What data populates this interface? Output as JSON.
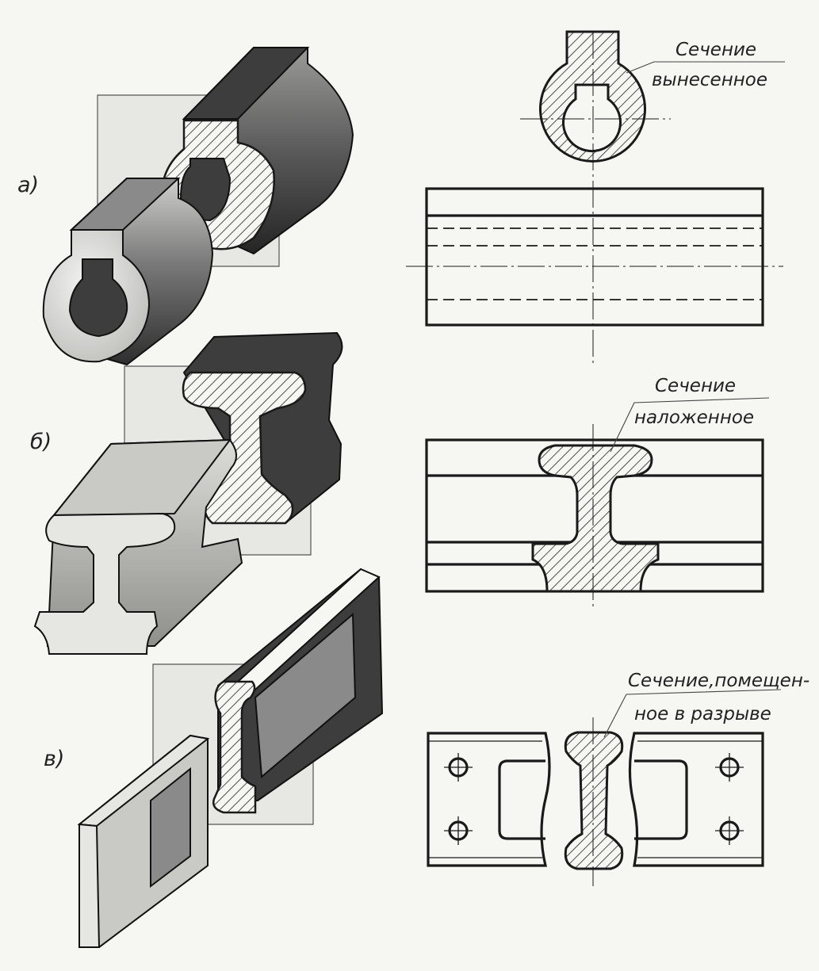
{
  "figure": {
    "part_labels": [
      "а)",
      "б)",
      "в)"
    ],
    "section_labels": {
      "removed": [
        "Сечение",
        "вынесенное"
      ],
      "superimposed": [
        "Сечение",
        "наложенное"
      ],
      "in_break": [
        "Сечение,помещен-",
        "ное в разрыве"
      ]
    },
    "colors": {
      "ink": "#1a1a1a",
      "paper": "#f6f6f3",
      "cutting_plane": "#e7e7e4"
    }
  }
}
